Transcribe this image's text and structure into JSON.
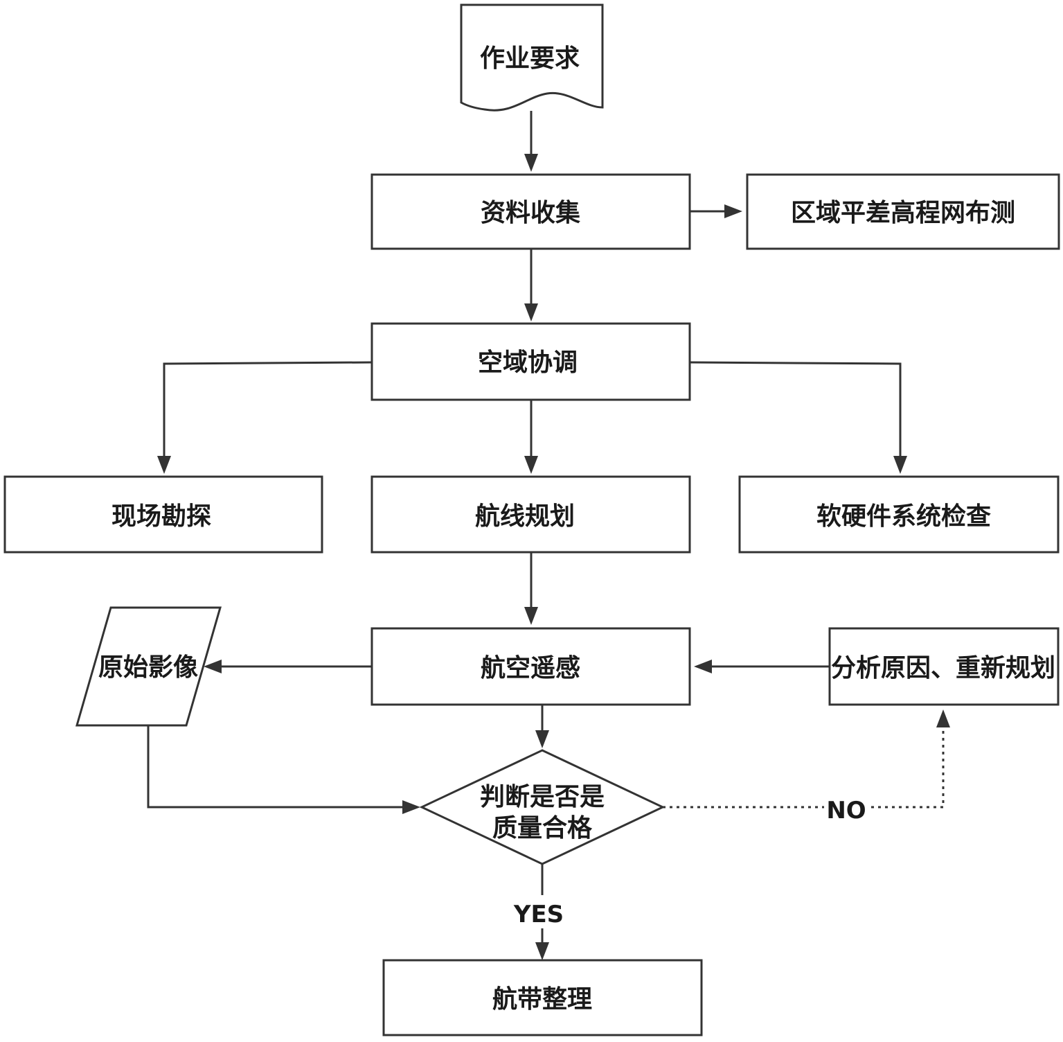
{
  "nodes": {
    "requirements": "作业要求",
    "data_collection": "资料收集",
    "leveling": "区域平差高程网布测",
    "airspace": "空域协调",
    "site_survey": "现场勘探",
    "route_planning": "航线规划",
    "system_check": "软硬件系统检查",
    "aerial_rs": "航空遥感",
    "raw_images": "原始影像",
    "reanalyze": "分析原因、重新规划",
    "decision_line1": "判断是否是",
    "decision_line2": "质量合格",
    "strip_processing": "航带整理"
  },
  "edges": {
    "yes": "YES",
    "no": "NO"
  },
  "colors": {
    "stroke": "#333333",
    "text": "#1a1a1a",
    "background": "#ffffff"
  }
}
